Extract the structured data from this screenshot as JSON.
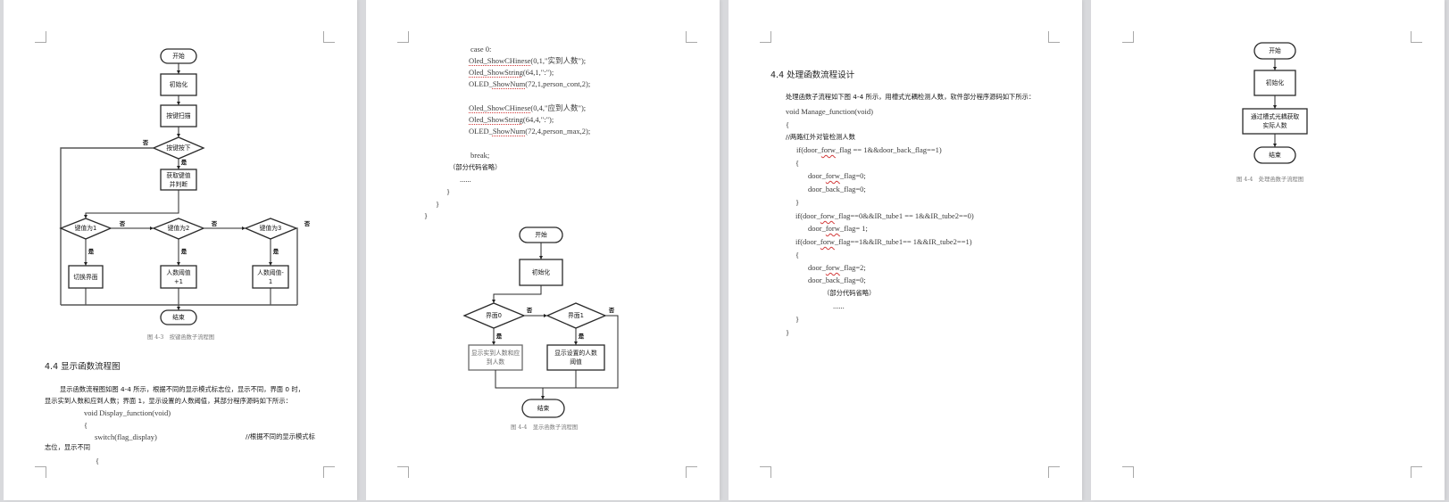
{
  "viewer": {
    "background": "#d8d9dc",
    "page_color": "#ffffff",
    "spellcheck_underline_color": "#d23a3a"
  },
  "page1": {
    "flowchart": {
      "start": "开始",
      "init": "初始化",
      "key_scan": "按键扫描",
      "key_pressed": "按键按下",
      "get_key": [
        "获取键值",
        "并判断"
      ],
      "key_is_1": "键值为1",
      "key_is_2": "键值为2",
      "key_is_3": "键值为3",
      "switch_screen": "切换界面",
      "threshold_plus": [
        "人数阈值",
        "+1"
      ],
      "threshold_minus": [
        "人数阈值-",
        "1"
      ],
      "end": "结束",
      "yes": "是",
      "no": "否"
    },
    "caption": "图 4-3　按键函数子流程图",
    "heading": "4.4  显示函数流程图",
    "paragraph": [
      "显示函数流程图如图 4-4 所示，根据不同的显示模式标志位，显示不同，界面 0 时，",
      "显示实到人数和应到人数；界面 1，显示设置的人数阈值，其部分程序源码如下所示："
    ],
    "code": {
      "signature": "void Display_function(void)",
      "open_brace": "{",
      "switch": "switch(flag_display)",
      "comment": "//根据不同的显示模式标",
      "comment_wrap": "志位，显示不同",
      "inner_brace": "{"
    }
  },
  "page2": {
    "code": {
      "case0": "case 0:",
      "l1": {
        "pre": "",
        "marked": "Oled_ShowCHinese",
        "post": "(0,1,\"实到人数\");"
      },
      "l2": {
        "pre": " ",
        "marked": "Oled_ShowString",
        "post": "(64,1,\":\");"
      },
      "l3": {
        "pre": "OLED_",
        "marked": "ShowNum",
        "post": "(72,1,person_cont,2);"
      },
      "l4": {
        "pre": "",
        "marked": "Oled_ShowCHinese",
        "post": "(0,4,\"应到人数\");"
      },
      "l5": {
        "pre": " ",
        "marked": "Oled_ShowString",
        "post": "(64,4,\":\");"
      },
      "l6": {
        "pre": "OLED_",
        "marked": "ShowNum",
        "post": "(72,4,person_max,2);"
      },
      "break": "break;",
      "omitted": "（部分代码省略）",
      "ellipsis": "......",
      "close1": "}",
      "close2": "}",
      "close3": "}"
    },
    "flowchart": {
      "start": "开始",
      "init": "初始化",
      "screen0": "界面0",
      "screen1": "界面1",
      "show_actual": [
        "显示实到人数和应",
        "到人数"
      ],
      "show_threshold": [
        "显示设置的人数",
        "阈值"
      ],
      "end": "结束",
      "yes": "是",
      "no": "否"
    },
    "caption": "图 4-4　显示函数子流程图"
  },
  "page3": {
    "heading": "4.4  处理函数流程设计",
    "paragraph": "处理函数子流程如下图 4-4 所示，用槽式光耦检测人数，软件部分程序源码如下所示：",
    "code": {
      "signature": "void Manage_function(void)",
      "open": "{",
      "comment": "//两路红外对管检测人数",
      "if1": {
        "pre": "if(door_",
        "marked": "forw",
        "post": "_flag == 1&&door_back_flag==1)"
      },
      "if1_open": "{",
      "a1": {
        "pre": "door_",
        "marked": "forw",
        "post": "_flag=0;"
      },
      "a2": "door_back_flag=0;",
      "if1_close": "}",
      "if2": {
        "pre": "if(door_",
        "marked": "forw",
        "post": "_flag==0&&IR_tube1 == 1&&IR_tube2==0)"
      },
      "a3": {
        "pre": "door_",
        "marked": "forw",
        "post": "_flag= 1;"
      },
      "if3": {
        "pre": "if(door_",
        "marked": "forw",
        "post": "_flag==1&&IR_tube1== 1&&IR_tube2==1)"
      },
      "if3_open": "{",
      "a4": {
        "pre": "door_",
        "marked": "forw",
        "post": "_flag=2;"
      },
      "a5": "door_back_flag=0;",
      "omitted": "（部分代码省略）",
      "ellipsis": "......",
      "if3_close": "}",
      "close": "}"
    }
  },
  "page4": {
    "flowchart": {
      "start": "开始",
      "init": "初始化",
      "acquire": [
        "通过槽式光耦获取",
        "实际人数"
      ],
      "end": "结束"
    },
    "caption": "图 4-4　处理函数子流程图"
  }
}
